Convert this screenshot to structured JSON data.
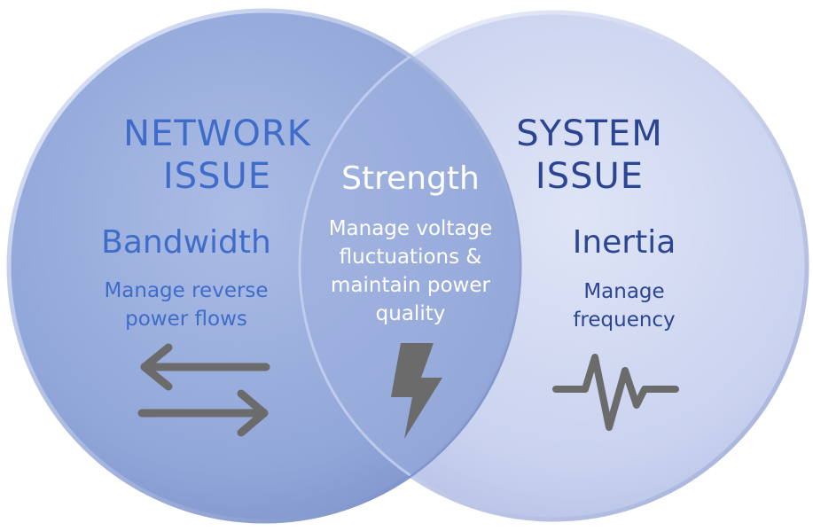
{
  "colors": {
    "left_circle": "#8fa6d8",
    "right_circle": "#c9d2ee",
    "network_text": "#3f6cc9",
    "system_text": "#2c4592",
    "overlap_text": "#ffffff",
    "icon_gray": "#6b6b6b"
  },
  "left": {
    "heading_line1": "NETWORK",
    "heading_line2": "ISSUE",
    "term": "Bandwidth",
    "desc_line1": "Manage reverse",
    "desc_line2": "power flows",
    "icon": "two-way-arrows-icon"
  },
  "overlap": {
    "term": "Strength",
    "desc_line1": "Manage voltage",
    "desc_line2": "fluctuations &",
    "desc_line3": "maintain power",
    "desc_line4": "quality",
    "icon": "lightning-bolt-icon"
  },
  "right": {
    "heading_line1": "SYSTEM",
    "heading_line2": "ISSUE",
    "term": "Inertia",
    "desc_line1": "Manage",
    "desc_line2": "frequency",
    "icon": "pulse-wave-icon"
  }
}
